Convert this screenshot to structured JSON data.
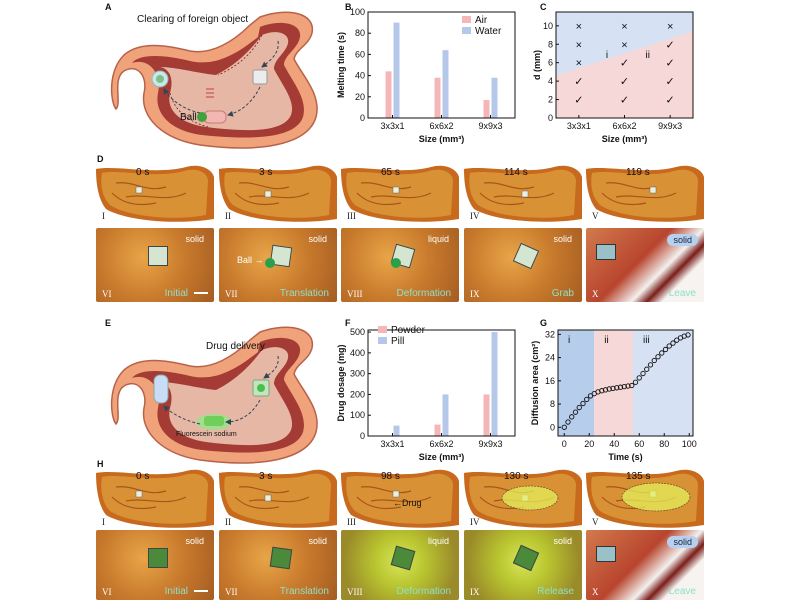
{
  "panels": {
    "A": {
      "letter": "A",
      "title": "Clearing of foreign object",
      "ball_label": "Ball"
    },
    "B": {
      "letter": "B"
    },
    "C": {
      "letter": "C",
      "regions": [
        "i",
        "ii"
      ]
    },
    "D": {
      "letter": "D",
      "times": [
        "0 s",
        "3 s",
        "65 s",
        "114 s",
        "119 s"
      ],
      "top_romans": [
        "I",
        "II",
        "III",
        "IV",
        "V"
      ],
      "bottom_romans": [
        "VI",
        "VII",
        "VIII",
        "IX",
        "X"
      ],
      "states": [
        "solid",
        "solid",
        "liquid",
        "solid",
        "solid"
      ],
      "captions": [
        "Initial",
        "Translation",
        "Deformation",
        "Grab",
        "Leave"
      ],
      "ball_label": "Ball"
    },
    "E": {
      "letter": "E",
      "title": "Drug delivery",
      "fluor_label": "Fluorescein sodium"
    },
    "F": {
      "letter": "F"
    },
    "G": {
      "letter": "G",
      "regions": [
        "i",
        "ii",
        "iii"
      ]
    },
    "H": {
      "letter": "H",
      "times": [
        "0 s",
        "3 s",
        "98 s",
        "130 s",
        "135 s"
      ],
      "top_romans": [
        "I",
        "II",
        "III",
        "IV",
        "V"
      ],
      "bottom_romans": [
        "VI",
        "VII",
        "VIII",
        "IX",
        "X"
      ],
      "states": [
        "solid",
        "solid",
        "liquid",
        "solid",
        "solid"
      ],
      "captions": [
        "Initial",
        "Translation",
        "Deformation",
        "Release",
        "Leave"
      ],
      "drug_label": "Drug"
    }
  },
  "chart_data": [
    {
      "id": "B",
      "type": "bar",
      "categories": [
        "3x3x1",
        "6x6x2",
        "9x9x3"
      ],
      "series": [
        {
          "name": "Air",
          "values": [
            44,
            38,
            17
          ],
          "color": "#f4b6b6"
        },
        {
          "name": "Water",
          "values": [
            90,
            64,
            38
          ],
          "color": "#b5c8ea"
        }
      ],
      "xlabel": "Size (mm³)",
      "ylabel": "Melting time (s)",
      "ylim": [
        0,
        100
      ],
      "yticks": [
        "0",
        "20",
        "40",
        "60",
        "80",
        "100"
      ],
      "legend": "top-right"
    },
    {
      "id": "C",
      "type": "scatter",
      "categories": [
        "3x3x1",
        "6x6x2",
        "9x9x3"
      ],
      "check_symbol": "✓",
      "cross_symbol": "×",
      "points": [
        {
          "x": "3x3x1",
          "y": 2,
          "mark": "check"
        },
        {
          "x": "3x3x1",
          "y": 4,
          "mark": "check"
        },
        {
          "x": "3x3x1",
          "y": 6,
          "mark": "cross"
        },
        {
          "x": "3x3x1",
          "y": 8,
          "mark": "cross"
        },
        {
          "x": "3x3x1",
          "y": 10,
          "mark": "cross"
        },
        {
          "x": "6x6x2",
          "y": 2,
          "mark": "check"
        },
        {
          "x": "6x6x2",
          "y": 4,
          "mark": "check"
        },
        {
          "x": "6x6x2",
          "y": 6,
          "mark": "check"
        },
        {
          "x": "6x6x2",
          "y": 8,
          "mark": "cross"
        },
        {
          "x": "6x6x2",
          "y": 10,
          "mark": "cross"
        },
        {
          "x": "9x9x3",
          "y": 2,
          "mark": "check"
        },
        {
          "x": "9x9x3",
          "y": 4,
          "mark": "check"
        },
        {
          "x": "9x9x3",
          "y": 6,
          "mark": "check"
        },
        {
          "x": "9x9x3",
          "y": 8,
          "mark": "check"
        },
        {
          "x": "9x9x3",
          "y": 10,
          "mark": "cross"
        }
      ],
      "boundary": [
        [
          0,
          4.6
        ],
        [
          3,
          9.4
        ]
      ],
      "xlabel": "Size (mm³)",
      "ylabel": "d (mm)",
      "ylim": [
        0,
        11.5
      ],
      "yticks": [
        "0",
        "2",
        "4",
        "6",
        "8",
        "10"
      ],
      "region_colors": [
        "#d6e2f4",
        "#f7d8d8"
      ]
    },
    {
      "id": "F",
      "type": "bar",
      "categories": [
        "3x3x1",
        "6x6x2",
        "9x9x3"
      ],
      "series": [
        {
          "name": "Powder",
          "values": [
            0,
            55,
            200
          ],
          "color": "#f4b6b6"
        },
        {
          "name": "Pill",
          "values": [
            50,
            200,
            500
          ],
          "color": "#b5c8ea"
        }
      ],
      "xlabel": "Size (mm³)",
      "ylabel": "Drug dosage (mg)",
      "ylim": [
        0,
        510
      ],
      "yticks": [
        "0",
        "100",
        "200",
        "300",
        "400",
        "500"
      ],
      "legend": "top-left"
    },
    {
      "id": "G",
      "type": "scatter",
      "x": [
        0,
        3,
        6,
        9,
        12,
        15,
        18,
        21,
        24,
        27,
        30,
        33,
        36,
        39,
        42,
        45,
        48,
        51,
        54,
        57,
        60,
        63,
        66,
        69,
        72,
        75,
        78,
        81,
        84,
        87,
        90,
        93,
        96,
        99
      ],
      "y": [
        0,
        1.8,
        3.6,
        5.2,
        6.8,
        8.2,
        9.6,
        10.8,
        11.6,
        12.2,
        12.6,
        12.9,
        13.2,
        13.4,
        13.6,
        13.8,
        14.0,
        14.2,
        14.4,
        15.5,
        17.0,
        18.5,
        20.0,
        21.5,
        23.0,
        24.3,
        25.6,
        26.8,
        28.0,
        29.0,
        30.0,
        30.8,
        31.4,
        31.8
      ],
      "xlabel": "Time (s)",
      "ylabel": "Diffusion area (cm²)",
      "xlim": [
        -5,
        103
      ],
      "ylim": [
        -3,
        33.5
      ],
      "xticks": [
        "0",
        "20",
        "40",
        "60",
        "80",
        "100"
      ],
      "yticks": [
        "0",
        "8",
        "16",
        "24",
        "32"
      ],
      "phases": [
        {
          "label": "i",
          "from": -5,
          "to": 24,
          "color": "#b7cdec"
        },
        {
          "label": "ii",
          "from": 24,
          "to": 55,
          "color": "#f7d8d8"
        },
        {
          "label": "iii",
          "from": 55,
          "to": 103,
          "color": "#d6e2f4"
        }
      ]
    }
  ]
}
